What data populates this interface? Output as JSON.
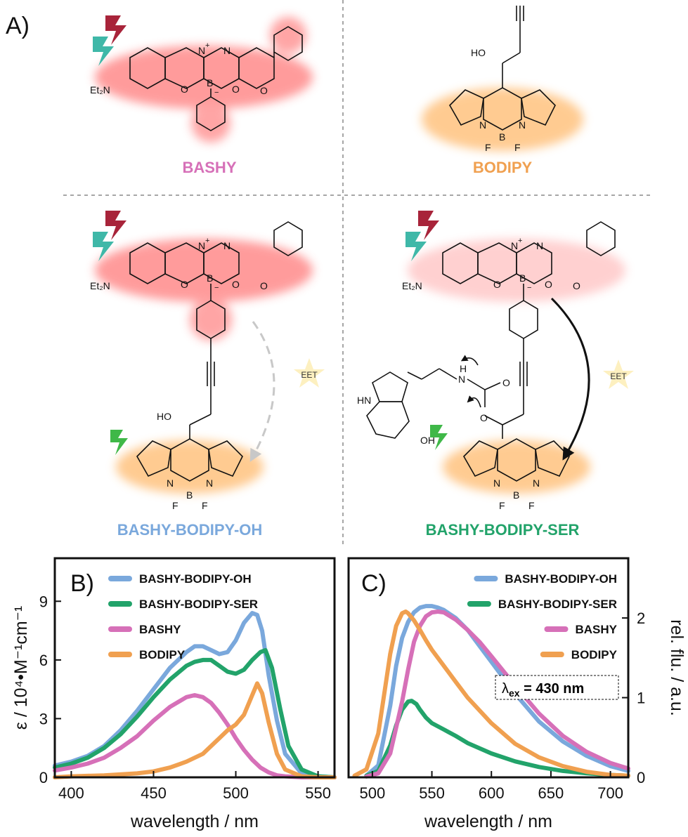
{
  "panel_a": {
    "letter": "A)",
    "compounds": [
      "BASHY",
      "BODIPY",
      "BASHY-BODIPY-OH",
      "BASHY-BODIPY-SER"
    ],
    "compound_colors": [
      "#d670b8",
      "#f0a050",
      "#7aa8dc",
      "#22a36a"
    ],
    "eet_label": "EET",
    "atoms": {
      "et2n": "Et₂N",
      "n": "N",
      "b": "B",
      "o": "O",
      "f": "F",
      "hn": "HN",
      "h": "H",
      "ho": "HO",
      "oh": "OH",
      "plus": "+",
      "minus": "−",
      "carbonyl_o": "O"
    }
  },
  "chart_data": [
    {
      "panel": "B)",
      "type": "line",
      "xlabel": "wavelength / nm",
      "ylabel": "ε / 10⁴•M⁻¹cm⁻¹",
      "xlim": [
        390,
        560
      ],
      "ylim": [
        0,
        11.2
      ],
      "xticks": [
        400,
        450,
        500,
        550
      ],
      "yticks": [
        0,
        3,
        6,
        9
      ],
      "legend_position": "top-left",
      "series": [
        {
          "name": "BASHY-BODIPY-OH",
          "color": "#7aa8dc",
          "x": [
            390,
            400,
            410,
            420,
            430,
            440,
            450,
            460,
            470,
            475,
            480,
            485,
            490,
            495,
            500,
            505,
            510,
            513,
            516,
            520,
            525,
            530,
            540,
            550,
            560
          ],
          "y": [
            0.6,
            0.8,
            1.1,
            1.6,
            2.4,
            3.4,
            4.5,
            5.6,
            6.4,
            6.7,
            6.7,
            6.5,
            6.3,
            6.4,
            7.0,
            7.9,
            8.4,
            8.3,
            7.5,
            5.2,
            2.9,
            1.2,
            0.2,
            0.05,
            0.0
          ]
        },
        {
          "name": "BASHY-BODIPY-SER",
          "color": "#22a36a",
          "x": [
            390,
            400,
            410,
            420,
            430,
            440,
            450,
            460,
            470,
            475,
            480,
            485,
            490,
            495,
            500,
            505,
            510,
            515,
            518,
            522,
            527,
            532,
            540,
            550,
            560
          ],
          "y": [
            0.5,
            0.7,
            1.0,
            1.5,
            2.2,
            3.1,
            4.1,
            5.0,
            5.7,
            5.9,
            6.0,
            6.0,
            5.7,
            5.4,
            5.3,
            5.5,
            6.0,
            6.4,
            6.5,
            5.6,
            3.5,
            1.6,
            0.4,
            0.05,
            0.0
          ]
        },
        {
          "name": "BASHY",
          "color": "#d670b8",
          "x": [
            390,
            400,
            410,
            420,
            430,
            440,
            450,
            460,
            470,
            475,
            480,
            485,
            490,
            495,
            500,
            505,
            510,
            515,
            520,
            525,
            530,
            540,
            550,
            560
          ],
          "y": [
            0.35,
            0.5,
            0.7,
            1.0,
            1.5,
            2.1,
            2.9,
            3.6,
            4.1,
            4.2,
            4.1,
            3.8,
            3.3,
            2.7,
            2.0,
            1.4,
            0.9,
            0.5,
            0.25,
            0.1,
            0.05,
            0.0,
            0.0,
            0.0
          ]
        },
        {
          "name": "BODIPY",
          "color": "#f0a050",
          "x": [
            390,
            400,
            420,
            440,
            450,
            460,
            470,
            480,
            485,
            490,
            495,
            500,
            505,
            510,
            513,
            516,
            520,
            525,
            530,
            540,
            550,
            560
          ],
          "y": [
            0.0,
            0.05,
            0.1,
            0.2,
            0.3,
            0.5,
            0.8,
            1.2,
            1.6,
            2.0,
            2.4,
            2.7,
            3.2,
            4.2,
            4.8,
            4.3,
            2.8,
            1.2,
            0.4,
            0.05,
            0.0,
            0.0
          ]
        }
      ]
    },
    {
      "panel": "C)",
      "type": "line",
      "xlabel": "wavelength / nm",
      "ylabel": "rel. flu. / a.u.",
      "xlim": [
        480,
        715
      ],
      "ylim": [
        0,
        2.75
      ],
      "xticks": [
        500,
        550,
        600,
        650,
        700
      ],
      "yticks": [
        0,
        1,
        2
      ],
      "legend_position": "top-right",
      "annotation": "λ",
      "annotation_sub": "ex",
      "annotation_rest": " = 430 nm",
      "series": [
        {
          "name": "BASHY-BODIPY-OH",
          "color": "#7aa8dc",
          "x": [
            495,
            505,
            515,
            520,
            525,
            530,
            535,
            540,
            545,
            550,
            555,
            560,
            570,
            580,
            590,
            600,
            620,
            640,
            660,
            680,
            700,
            715
          ],
          "y": [
            0.02,
            0.15,
            0.9,
            1.4,
            1.75,
            1.95,
            2.07,
            2.13,
            2.15,
            2.15,
            2.13,
            2.1,
            2.0,
            1.85,
            1.65,
            1.45,
            1.05,
            0.7,
            0.45,
            0.27,
            0.14,
            0.08
          ]
        },
        {
          "name": "BASHY-BODIPY-SER",
          "color": "#22a36a",
          "x": [
            495,
            505,
            515,
            520,
            525,
            530,
            533,
            537,
            540,
            545,
            550,
            560,
            570,
            580,
            600,
            620,
            640,
            660,
            680,
            700,
            715
          ],
          "y": [
            0.02,
            0.08,
            0.4,
            0.65,
            0.85,
            0.95,
            0.96,
            0.92,
            0.85,
            0.75,
            0.68,
            0.6,
            0.52,
            0.43,
            0.3,
            0.2,
            0.13,
            0.08,
            0.05,
            0.03,
            0.02
          ]
        },
        {
          "name": "BASHY",
          "color": "#d670b8",
          "x": [
            495,
            505,
            515,
            525,
            530,
            535,
            540,
            545,
            550,
            555,
            560,
            570,
            580,
            590,
            600,
            620,
            640,
            660,
            680,
            700,
            715
          ],
          "y": [
            0.01,
            0.05,
            0.3,
            0.95,
            1.35,
            1.7,
            1.9,
            2.02,
            2.07,
            2.08,
            2.07,
            1.98,
            1.85,
            1.7,
            1.52,
            1.15,
            0.8,
            0.52,
            0.32,
            0.18,
            0.11
          ]
        },
        {
          "name": "BODIPY",
          "color": "#f0a050",
          "x": [
            485,
            495,
            505,
            510,
            515,
            520,
            525,
            528,
            530,
            535,
            540,
            545,
            550,
            560,
            570,
            580,
            600,
            620,
            640,
            660,
            680,
            700,
            715
          ],
          "y": [
            0.02,
            0.1,
            0.55,
            1.05,
            1.55,
            1.9,
            2.06,
            2.08,
            2.06,
            1.97,
            1.85,
            1.72,
            1.6,
            1.4,
            1.2,
            1.0,
            0.68,
            0.42,
            0.25,
            0.14,
            0.07,
            0.03,
            0.02
          ]
        }
      ]
    }
  ]
}
